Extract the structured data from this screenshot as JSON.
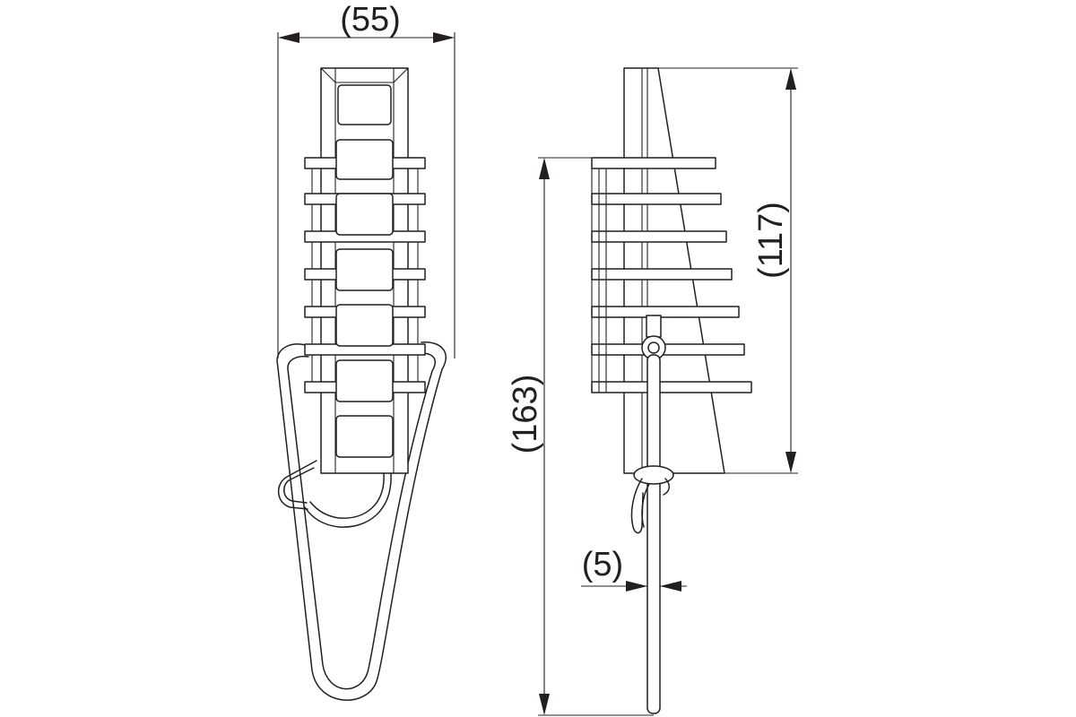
{
  "dimensions": {
    "width_label": "(55)",
    "total_height_label": "(163)",
    "body_height_label": "(117)",
    "wire_diameter_label": "(5)"
  },
  "colors": {
    "line": "#231f20",
    "background": "#ffffff"
  }
}
